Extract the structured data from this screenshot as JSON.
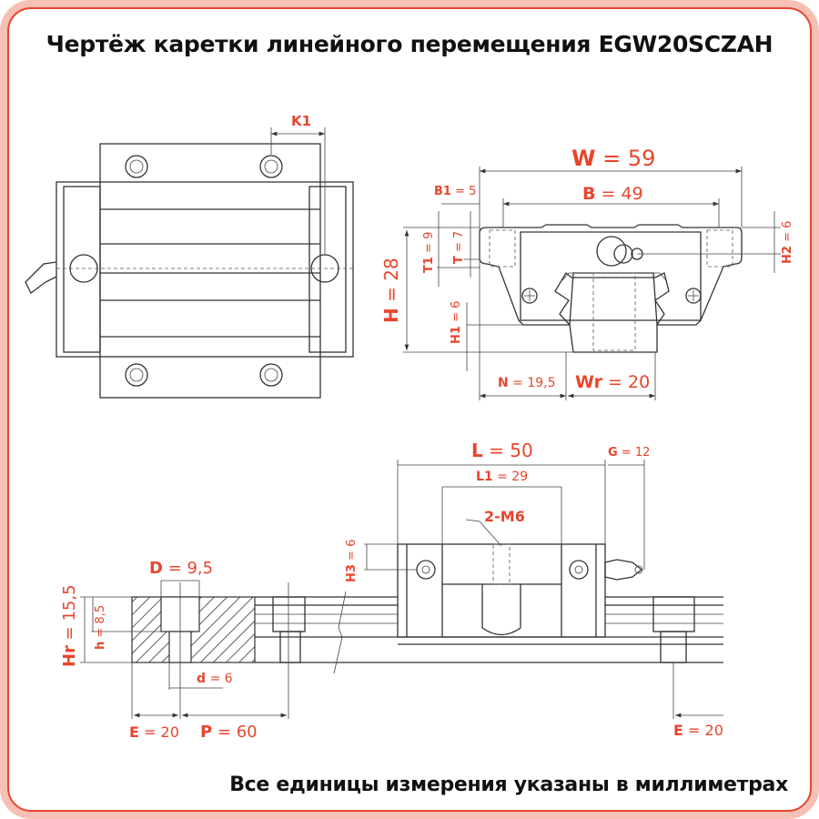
{
  "title": "Чертёж каретки линейного перемещения EGW20SCZAH",
  "footer": "Все единицы измерения указаны в миллиметрах",
  "colors": {
    "accent": "#e8452c",
    "frame": "#f6c0b4",
    "line": "#333333"
  },
  "top_view": {
    "K1": {
      "sym": "K1"
    }
  },
  "front_view": {
    "W": {
      "sym": "W",
      "val": " = 59"
    },
    "B": {
      "sym": "B",
      "val": " = 49"
    },
    "B1": {
      "sym": "B1",
      "val": " = 5"
    },
    "T1": {
      "sym": "T1",
      "val": " = 9"
    },
    "T": {
      "sym": "T",
      "val": " = 7"
    },
    "H": {
      "sym": "H",
      "val": " = 28"
    },
    "H1": {
      "sym": "H1",
      "val": " = 6"
    },
    "H2": {
      "sym": "H2",
      "val": " = 6"
    },
    "N": {
      "sym": "N",
      "val": " = 19,5"
    },
    "Wr": {
      "sym": "Wr",
      "val": " = 20"
    }
  },
  "side_view": {
    "L": {
      "sym": "L",
      "val": " = 50"
    },
    "G": {
      "sym": "G",
      "val": " = 12"
    },
    "L1": {
      "sym": "L1",
      "val": " = 29"
    },
    "M": {
      "sym": "2-M6"
    },
    "H3": {
      "sym": "H3",
      "val": " = 6"
    },
    "D": {
      "sym": "D",
      "val": " = 9,5"
    },
    "Hr": {
      "sym": "Hr",
      "val": " = 15,5"
    },
    "h": {
      "sym": "h",
      "val": " = 8,5"
    },
    "d": {
      "sym": "d",
      "val": " = 6"
    },
    "E_left": {
      "sym": "E",
      "val": " = 20"
    },
    "P": {
      "sym": "P",
      "val": " = 60"
    },
    "E_right": {
      "sym": "E",
      "val": " = 20"
    }
  }
}
